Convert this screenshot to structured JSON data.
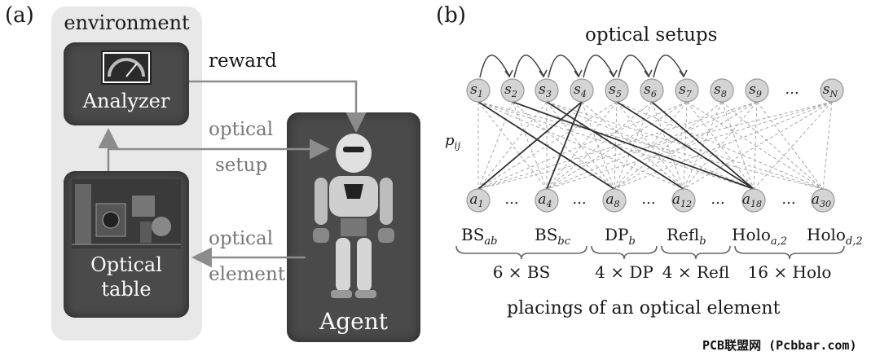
{
  "panel_a": {
    "label": "(a)",
    "environment_title": "environment",
    "analyzer_label": "Analyzer",
    "optical_table_label_1": "Optical",
    "optical_table_label_2": "table",
    "agent_label": "Agent",
    "reward_label": "reward",
    "optical_setup_label_1": "optical",
    "optical_setup_label_2": "setup",
    "optical_element_label_1": "optical",
    "optical_element_label_2": "element"
  },
  "panel_b": {
    "label": "(b)",
    "title": "optical setups",
    "edge_label": "p",
    "edge_label_sub": "ij",
    "states": [
      {
        "base": "s",
        "sub": "1"
      },
      {
        "base": "s",
        "sub": "2"
      },
      {
        "base": "s",
        "sub": "3"
      },
      {
        "base": "s",
        "sub": "4"
      },
      {
        "base": "s",
        "sub": "5"
      },
      {
        "base": "s",
        "sub": "6"
      },
      {
        "base": "s",
        "sub": "7"
      },
      {
        "base": "s",
        "sub": "8"
      },
      {
        "base": "s",
        "sub": "9"
      },
      {
        "base": "...",
        "sub": ""
      },
      {
        "base": "s",
        "sub": "N"
      }
    ],
    "actions": [
      {
        "base": "a",
        "sub": "1"
      },
      {
        "base": "...",
        "sub": ""
      },
      {
        "base": "a",
        "sub": "4"
      },
      {
        "base": "...",
        "sub": ""
      },
      {
        "base": "a",
        "sub": "8"
      },
      {
        "base": "...",
        "sub": ""
      },
      {
        "base": "a",
        "sub": "12"
      },
      {
        "base": "...",
        "sub": ""
      },
      {
        "base": "a",
        "sub": "18"
      },
      {
        "base": "...",
        "sub": ""
      },
      {
        "base": "a",
        "sub": "30"
      }
    ],
    "element_names": [
      {
        "base": "BS",
        "sub": "ab"
      },
      {
        "base": "BS",
        "sub": "bc"
      },
      {
        "base": "DP",
        "sub": "b"
      },
      {
        "base": "Refl",
        "sub": "b"
      },
      {
        "base": "Holo",
        "sub": "a,2"
      },
      {
        "base": "Holo",
        "sub": "d,2"
      }
    ],
    "groups": [
      "6 × BS",
      "4 × DP",
      "4 × Refl",
      "16 × Holo"
    ],
    "footer": "placings of an optical element"
  },
  "watermark": "PCB联盟网 (Pcbbar.com)",
  "colors": {
    "env_bg": "#e8e8e8",
    "dark_box": "#4a4a4a",
    "node": "#d4d4d4",
    "arrow_gray": "#8c8c8c"
  }
}
